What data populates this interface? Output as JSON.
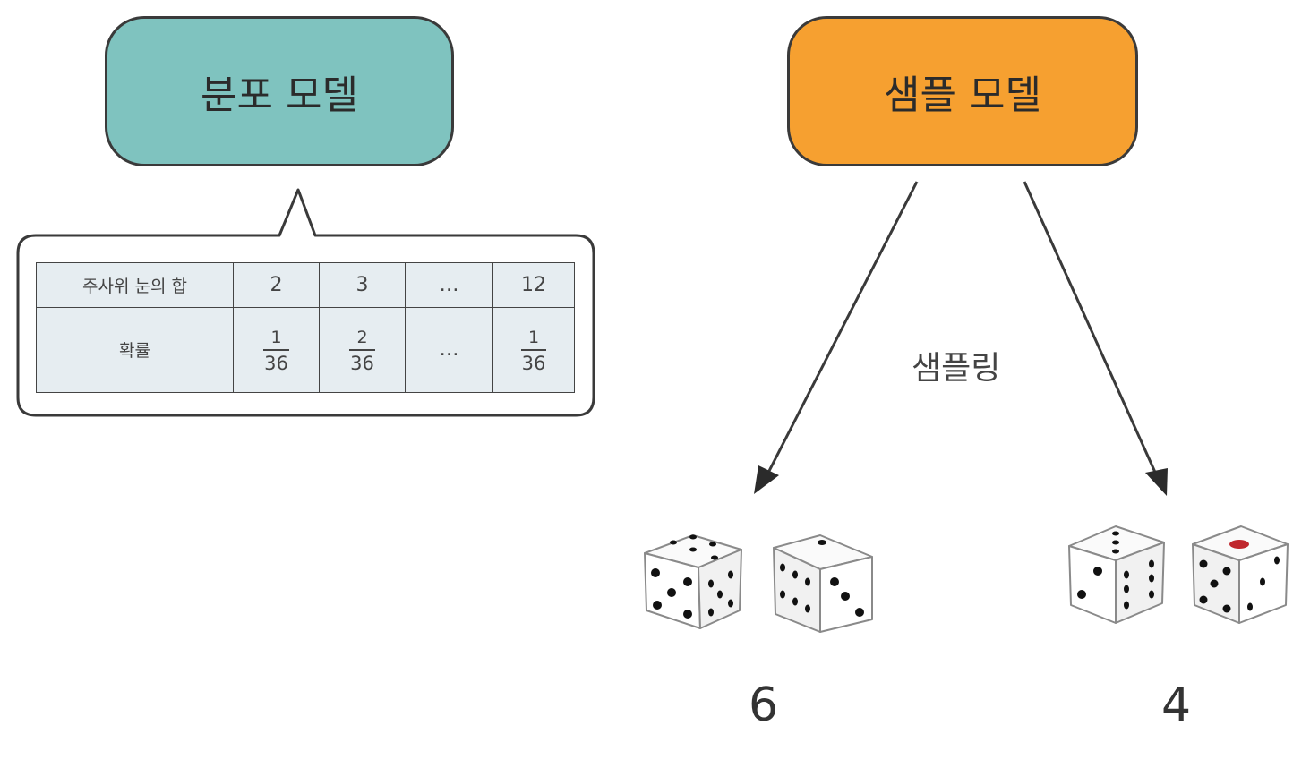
{
  "distribution_model": {
    "title": "분포 모델"
  },
  "sample_model": {
    "title": "샘플 모델"
  },
  "table": {
    "header_label": "주사위 눈의 합",
    "prob_label": "확률",
    "sums": [
      "2",
      "3",
      "…",
      "12"
    ],
    "probs": [
      {
        "num": "1",
        "den": "36"
      },
      {
        "num": "2",
        "den": "36"
      },
      {
        "text": "…"
      },
      {
        "num": "1",
        "den": "36"
      }
    ]
  },
  "sampling_label": "샘플링",
  "results": {
    "left": "6",
    "right": "4"
  },
  "colors": {
    "distribution_box": "#7fc3bf",
    "sample_box": "#f6a030",
    "table_bg": "#e6edf1",
    "red_pip": "#c0272d"
  },
  "icons": [
    "dice-icon",
    "arrow-icon",
    "speech-bubble"
  ]
}
